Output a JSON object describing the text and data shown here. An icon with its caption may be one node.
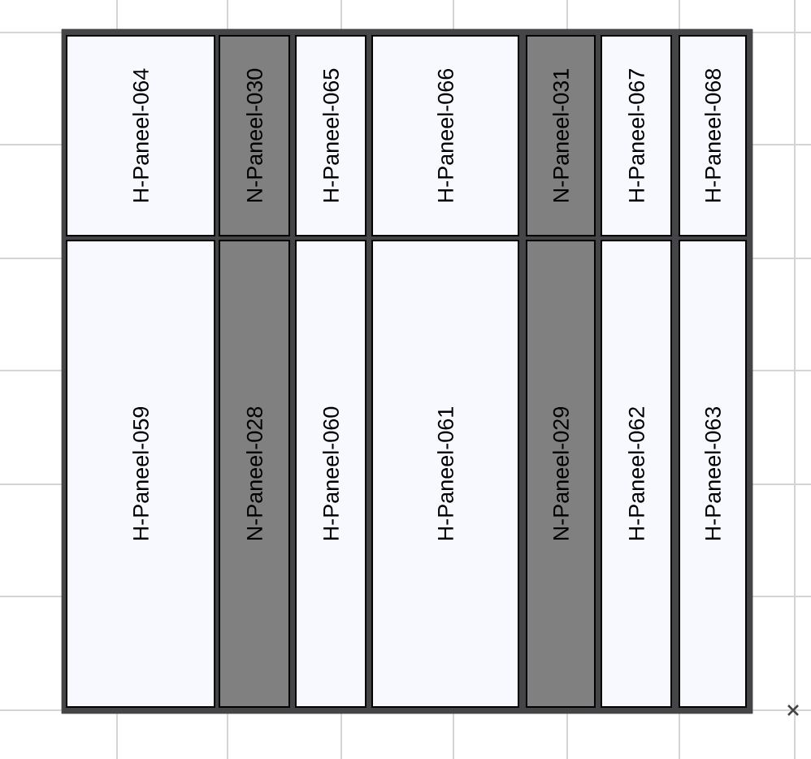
{
  "diagram": {
    "nodes": [
      {
        "text": [
          "H-Paneel-064"
        ]
      },
      {
        "text": [
          "N-Paneel-030"
        ]
      },
      {
        "text": [
          "H-Paneel-065"
        ]
      },
      {
        "text": [
          "H-Paneel-066"
        ]
      },
      {
        "text": [
          "N-Paneel-031"
        ]
      },
      {
        "text": [
          "H-Paneel-067"
        ]
      },
      {
        "text": [
          "H-Paneel-068"
        ]
      },
      {
        "text": [
          "H-Paneel-059"
        ]
      },
      {
        "text": [
          "N-Paneel-028"
        ]
      },
      {
        "text": [
          "H-Paneel-060"
        ]
      },
      {
        "text": [
          "H-Paneel-061"
        ]
      },
      {
        "text": [
          "N-Paneel-029"
        ]
      },
      {
        "text": [
          "H-Paneel-062"
        ]
      },
      {
        "text": [
          "H-Paneel-063"
        ]
      }
    ]
  }
}
